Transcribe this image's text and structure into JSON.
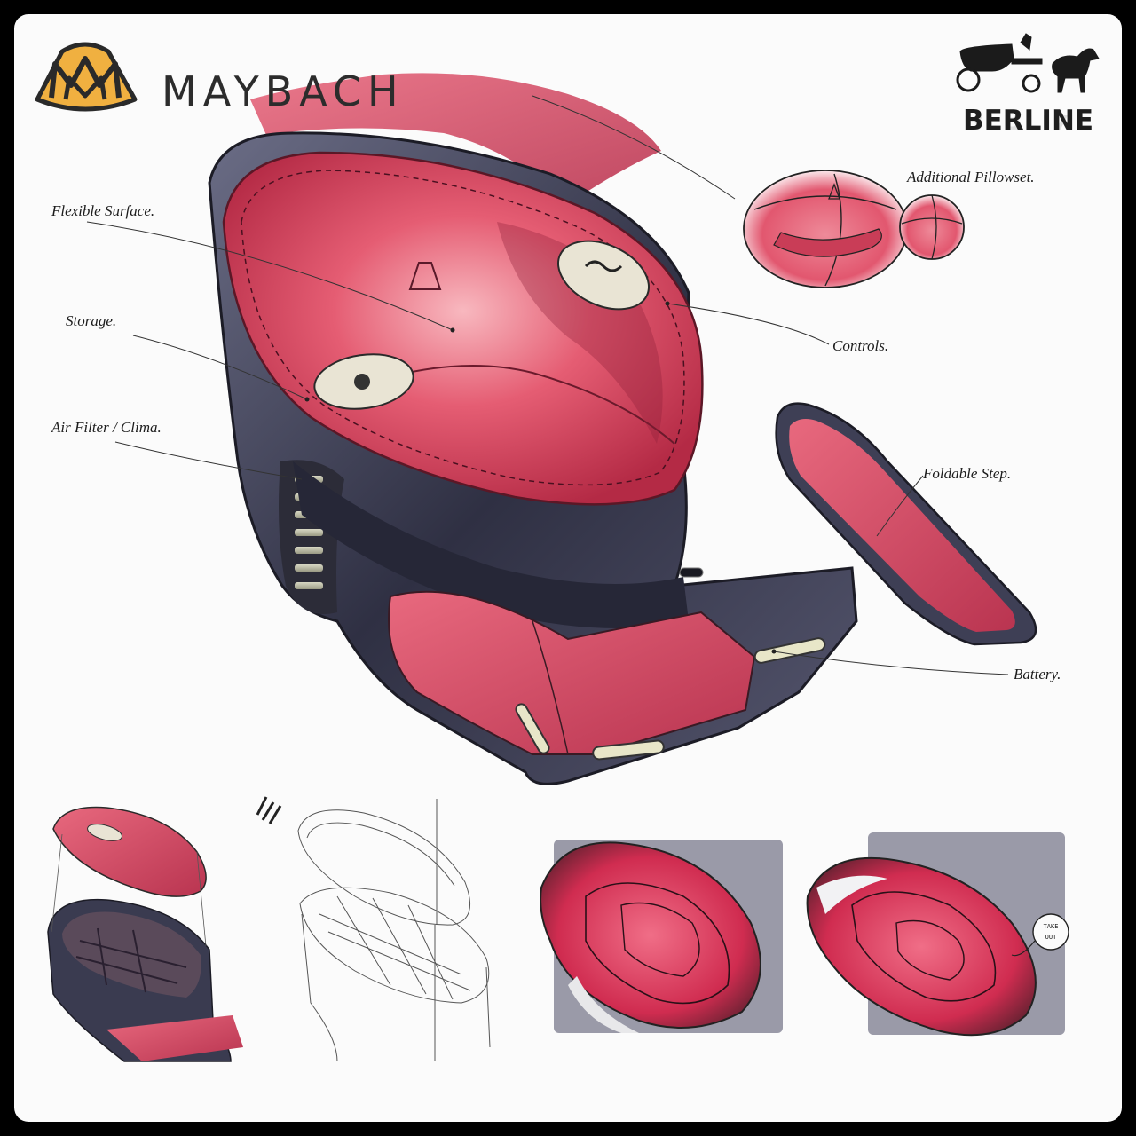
{
  "brand": {
    "name": "MAYBACH",
    "logo": "maybach-double-m-emblem",
    "colors": {
      "emblem_fill": "#f0b040",
      "emblem_stroke": "#2a2a2a",
      "text": "#2c2c2c"
    }
  },
  "series_badge": {
    "label": "BERLINE",
    "icon": "horse-carriage-icon"
  },
  "callouts": [
    {
      "id": "flexible-surface",
      "label": "Flexible Surface."
    },
    {
      "id": "storage",
      "label": "Storage."
    },
    {
      "id": "air-filter",
      "label": "Air Filter / Clima."
    },
    {
      "id": "additional-pillowset",
      "label": "Additional Pillowset."
    },
    {
      "id": "controls",
      "label": "Controls."
    },
    {
      "id": "foldable-step",
      "label": "Foldable Step."
    },
    {
      "id": "battery",
      "label": "Battery."
    }
  ],
  "sketches": {
    "main": "seat-pod-main-sketch",
    "thumbnails": [
      "exploded-view-sketch",
      "wireframe-sketch",
      "interior-render-sketch",
      "take-out-render-sketch"
    ]
  },
  "palette": {
    "border": "#000000",
    "paper": "#fbfbfb",
    "upholstery": "#d9455f",
    "shell": "#3e3f55",
    "grey_panel": "#9a9aa8"
  }
}
